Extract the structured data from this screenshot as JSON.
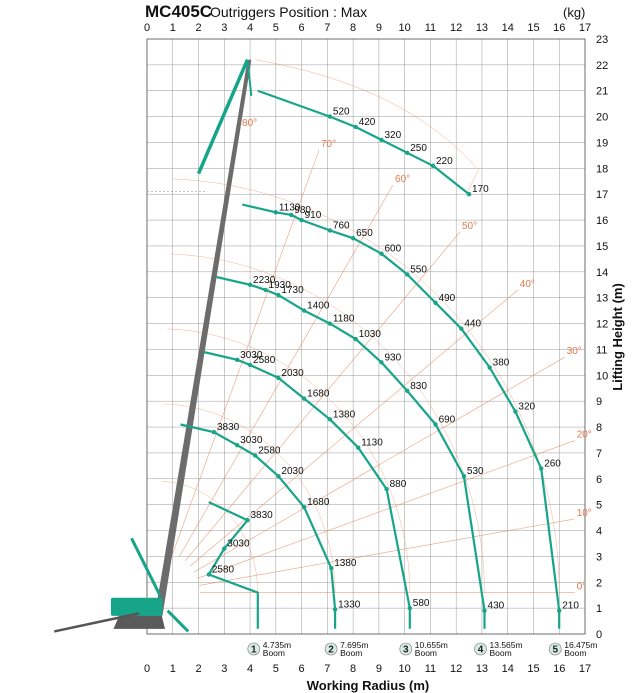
{
  "header": {
    "model": "MC405C",
    "subtitle": "Outriggers Position : Max",
    "unit": "(kg)"
  },
  "chart_data": {
    "type": "load-chart",
    "title": "MC405C Outriggers Position : Max",
    "xlabel": "Working Radius (m)",
    "ylabel": "Lifting Height (m)",
    "xlim": [
      0,
      17
    ],
    "ylim": [
      0,
      23
    ],
    "x_ticks": [
      "0",
      "1",
      "2",
      "3",
      "4",
      "5",
      "6",
      "7",
      "8",
      "9",
      "10",
      "11",
      "12",
      "13",
      "14",
      "15",
      "16",
      "17"
    ],
    "y_ticks": [
      "0",
      "1",
      "2",
      "3",
      "4",
      "5",
      "6",
      "7",
      "8",
      "9",
      "10",
      "11",
      "12",
      "13",
      "14",
      "15",
      "16",
      "17",
      "18",
      "19",
      "20",
      "21",
      "22",
      "23"
    ],
    "booms": [
      {
        "number": "1",
        "length": "4.735m",
        "label": "Boom",
        "tip_radius": 4.3,
        "loads": [
          {
            "x": 2.4,
            "y": 2.3,
            "value": "2580"
          },
          {
            "x": 3.0,
            "y": 3.3,
            "value": "3030"
          },
          {
            "x": 3.9,
            "y": 4.4,
            "value": "3830"
          }
        ]
      },
      {
        "number": "2",
        "length": "7.695m",
        "label": "Boom",
        "tip_radius": 7.3,
        "loads": [
          {
            "x": 7.3,
            "y": 0.95,
            "value": "1330"
          },
          {
            "x": 7.15,
            "y": 2.55,
            "value": "1380"
          },
          {
            "x": 6.1,
            "y": 4.9,
            "value": "1680"
          },
          {
            "x": 5.1,
            "y": 6.1,
            "value": "2030"
          },
          {
            "x": 4.2,
            "y": 6.9,
            "value": "2580"
          },
          {
            "x": 3.5,
            "y": 7.3,
            "value": "3030"
          },
          {
            "x": 2.6,
            "y": 7.8,
            "value": "3830"
          }
        ]
      },
      {
        "number": "3",
        "length": "10.655m",
        "label": "Boom",
        "tip_radius": 10.2,
        "loads": [
          {
            "x": 10.2,
            "y": 1.0,
            "value": "580"
          },
          {
            "x": 9.3,
            "y": 5.6,
            "value": "880"
          },
          {
            "x": 8.2,
            "y": 7.2,
            "value": "1130"
          },
          {
            "x": 7.1,
            "y": 8.3,
            "value": "1380"
          },
          {
            "x": 6.1,
            "y": 9.1,
            "value": "1680"
          },
          {
            "x": 5.1,
            "y": 9.9,
            "value": "2030"
          },
          {
            "x": 4.0,
            "y": 10.4,
            "value": "2580"
          },
          {
            "x": 3.5,
            "y": 10.6,
            "value": "3030"
          }
        ]
      },
      {
        "number": "4",
        "length": "13.565m",
        "label": "Boom",
        "tip_radius": 13.1,
        "loads": [
          {
            "x": 13.1,
            "y": 0.9,
            "value": "430"
          },
          {
            "x": 12.3,
            "y": 6.1,
            "value": "530"
          },
          {
            "x": 11.2,
            "y": 8.1,
            "value": "690"
          },
          {
            "x": 10.1,
            "y": 9.4,
            "value": "830"
          },
          {
            "x": 9.1,
            "y": 10.5,
            "value": "930"
          },
          {
            "x": 8.1,
            "y": 11.4,
            "value": "1030"
          },
          {
            "x": 7.1,
            "y": 12.0,
            "value": "1180"
          },
          {
            "x": 6.1,
            "y": 12.5,
            "value": "1400"
          },
          {
            "x": 5.1,
            "y": 13.1,
            "value": "1730"
          },
          {
            "x": 4.6,
            "y": 13.3,
            "value": "1930"
          },
          {
            "x": 4.0,
            "y": 13.5,
            "value": "2230"
          }
        ]
      },
      {
        "number": "5",
        "length": "16.475m",
        "label": "Boom",
        "tip_radius": 16.0,
        "loads": [
          {
            "x": 16.0,
            "y": 0.9,
            "value": "210"
          },
          {
            "x": 15.3,
            "y": 6.4,
            "value": "260"
          },
          {
            "x": 14.3,
            "y": 8.6,
            "value": "320"
          },
          {
            "x": 13.3,
            "y": 10.3,
            "value": "380"
          },
          {
            "x": 12.2,
            "y": 11.8,
            "value": "440"
          },
          {
            "x": 11.2,
            "y": 12.8,
            "value": "490"
          },
          {
            "x": 10.1,
            "y": 13.9,
            "value": "550"
          },
          {
            "x": 9.1,
            "y": 14.7,
            "value": "600"
          },
          {
            "x": 8.0,
            "y": 15.3,
            "value": "650"
          },
          {
            "x": 7.1,
            "y": 15.6,
            "value": "760"
          },
          {
            "x": 6.0,
            "y": 16.0,
            "value": "910"
          },
          {
            "x": 5.6,
            "y": 16.2,
            "value": "980"
          },
          {
            "x": 5.0,
            "y": 16.3,
            "value": "1130"
          }
        ]
      }
    ],
    "jib_loads": [
      {
        "x": 7.1,
        "y": 20.0,
        "value": "520"
      },
      {
        "x": 8.1,
        "y": 19.6,
        "value": "420"
      },
      {
        "x": 9.1,
        "y": 19.1,
        "value": "320"
      },
      {
        "x": 10.1,
        "y": 18.6,
        "value": "250"
      },
      {
        "x": 11.1,
        "y": 18.1,
        "value": "220"
      },
      {
        "x": 12.5,
        "y": 17.0,
        "value": "170"
      }
    ],
    "angles": [
      "0°",
      "10°",
      "20°",
      "30°",
      "40°",
      "50°",
      "60°",
      "70°",
      "80°"
    ],
    "colors": {
      "curve": "#17a589",
      "grid": "#9a9a9a",
      "angle": "#e07a4a",
      "boom_icon_fill": "#d8ece4"
    }
  }
}
